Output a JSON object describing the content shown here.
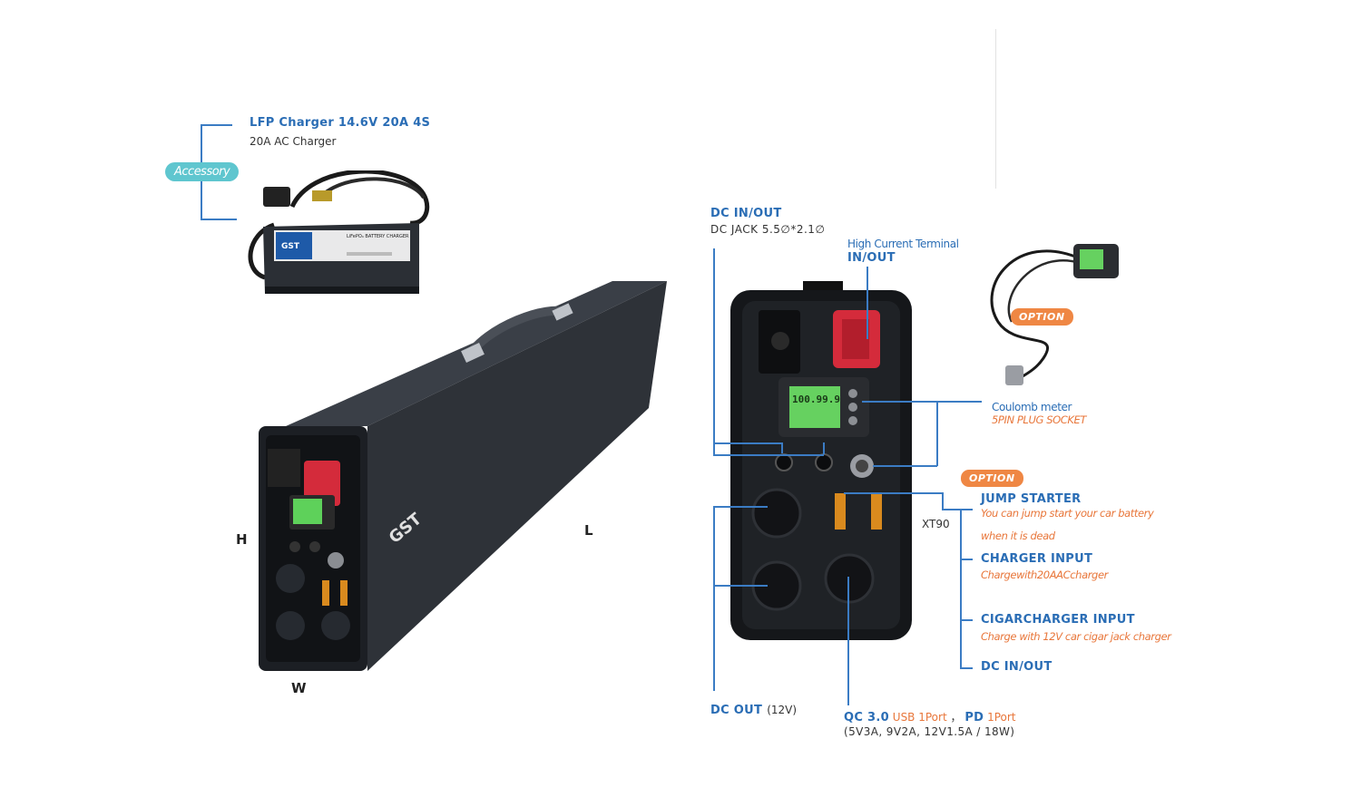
{
  "accessory": {
    "badge": "Accessory",
    "title": "LFP Charger 14.6V 20A 4S",
    "subtitle": "20A  AC Charger",
    "charger_brand": "GST",
    "charger_label": "LiFePO₄ BATTERY CHARGER"
  },
  "dimensions": {
    "h": "H",
    "l": "L",
    "w": "W"
  },
  "side_label": {
    "xt90": "XT90"
  },
  "callouts": {
    "dc_in_out_top": {
      "title": "DC IN/OUT",
      "sub": "DC JACK 5.5∅*2.1∅"
    },
    "high_current": {
      "title": "High Current Terminal",
      "sub": "IN/OUT"
    },
    "coulomb": {
      "title": "Coulomb meter",
      "sub": "5PIN PLUG SOCKET"
    },
    "option_top": "OPTION",
    "option_mid": "OPTION",
    "jump_starter": {
      "title": "JUMP STARTER",
      "line1": "You can jump start your car battery",
      "line2": "when it is dead"
    },
    "charger_input": {
      "title": "CHARGER INPUT",
      "sub": "Chargewith20AACcharger"
    },
    "cigar_input": {
      "title": "CIGARCHARGER INPUT",
      "sub": "Charge with 12V car cigar jack charger"
    },
    "dc_in_out_bottom": {
      "title": "DC IN/OUT"
    },
    "dc_out": {
      "title": "DC OUT",
      "sub": "(12V)"
    },
    "qc": {
      "qc": "QC 3.0",
      "usb": "USB 1Port",
      "sep": "，",
      "pd": "PD",
      "pd_port": "1Port",
      "spec": "(5V3A, 9V2A, 12V1.5A / 18W)"
    }
  },
  "meter": {
    "value": "100.99.9"
  },
  "colors": {
    "accent_blue": "#2a6db5",
    "option_orange": "#ef8744",
    "accessory_teal": "#5fc6cf",
    "body": "#2b2f35",
    "terminal_red": "#d42b3b"
  }
}
